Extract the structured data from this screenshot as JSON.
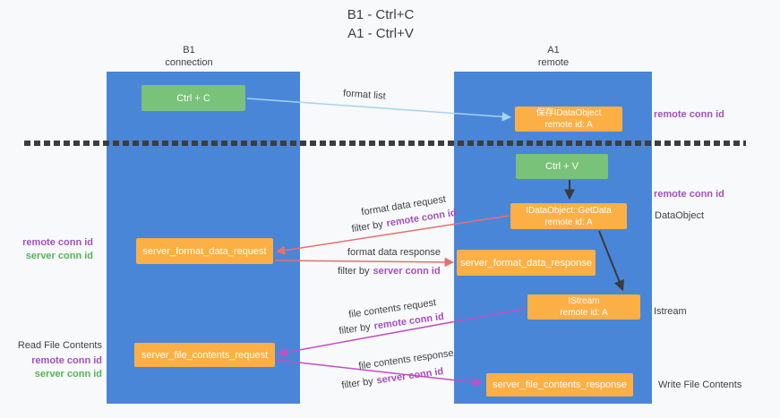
{
  "title": {
    "line1": "B1 - Ctrl+C",
    "line2": "A1 - Ctrl+V"
  },
  "lanes": {
    "left": {
      "name": "B1",
      "role": "connection"
    },
    "right": {
      "name": "A1",
      "role": "remote"
    }
  },
  "boxes": {
    "ctrl_c": {
      "label": "Ctrl + C"
    },
    "save_idataobject": {
      "line1": "保存IDataObject",
      "line2": "remote id: A"
    },
    "ctrl_v": {
      "label": "Ctrl + V"
    },
    "getdata": {
      "line1": "IDataObject::GetData",
      "line2": "remote id: A"
    },
    "istream": {
      "line1": "IStream",
      "line2": "remote id: A"
    },
    "format_request": {
      "label": "server_format_data_request"
    },
    "format_response": {
      "label": "server_format_data_response"
    },
    "file_request": {
      "label": "server_file_contents_request"
    },
    "file_response": {
      "label": "server_file_contents_response"
    }
  },
  "arrow_labels": {
    "format_list": "format list",
    "format_data_request": "format data request",
    "format_data_response": "format data response",
    "file_contents_request": "file contents request",
    "file_contents_response": "file contents response",
    "filter_by": "filter by",
    "remote_conn_id": "remote conn id",
    "server_conn_id": "server conn id"
  },
  "side_labels": {
    "remote_conn_id": "remote conn id",
    "server_conn_id": "server conn id",
    "dataobject": "DataObject",
    "istream": "Istream",
    "read_file_contents": "Read File Contents",
    "write_file_contents": "Write File Contents"
  },
  "colors": {
    "lane_blue": "#4a86d8",
    "box_green": "#79c279",
    "box_orange": "#fbaf45",
    "arrow_lightblue": "#a5d3f2",
    "arrow_salmon": "#e57070",
    "arrow_magenta": "#c44ec4",
    "arrow_black": "#3a3a3a",
    "text_purple": "#a44fc0",
    "text_green": "#56b456",
    "text_dark": "#3f3f3f",
    "background": "#f8f9fa",
    "dash_color": "#3d3d3d"
  }
}
